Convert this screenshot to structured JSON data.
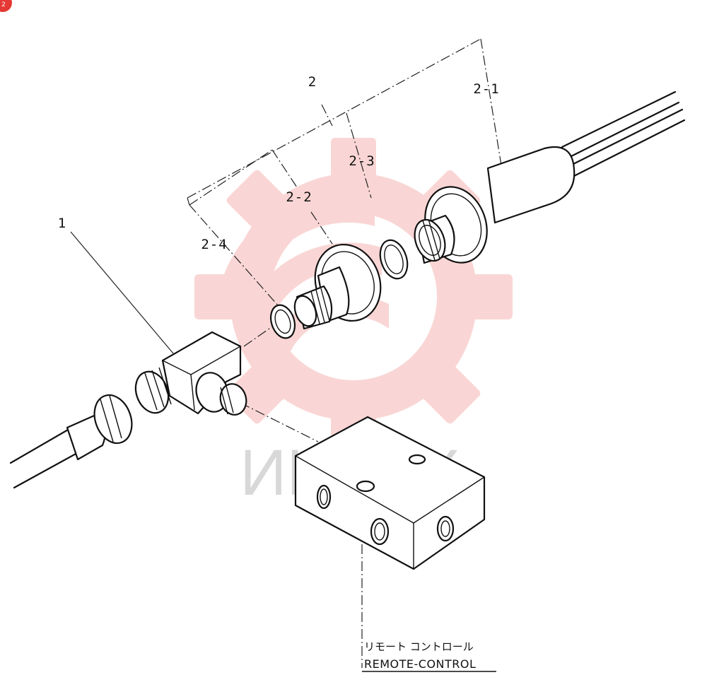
{
  "badge": "2",
  "callouts": {
    "c1": "1",
    "c2": "2",
    "c2_1": "2-1",
    "c2_2": "2-2",
    "c2_3": "2-3",
    "c2_4": "2-4"
  },
  "caption": {
    "japanese": "リモート コントロール",
    "english": "REMOTE-CONTROL"
  },
  "watermark": {
    "text": "ИНТЕХ",
    "color": "#e53935"
  }
}
